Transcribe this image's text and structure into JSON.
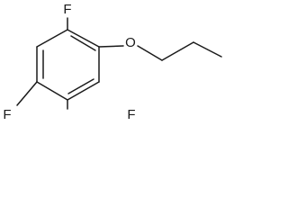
{
  "molecule": {
    "atoms": {
      "f_top": "F",
      "o": "O",
      "f_left": "F",
      "f_right": "F"
    }
  }
}
